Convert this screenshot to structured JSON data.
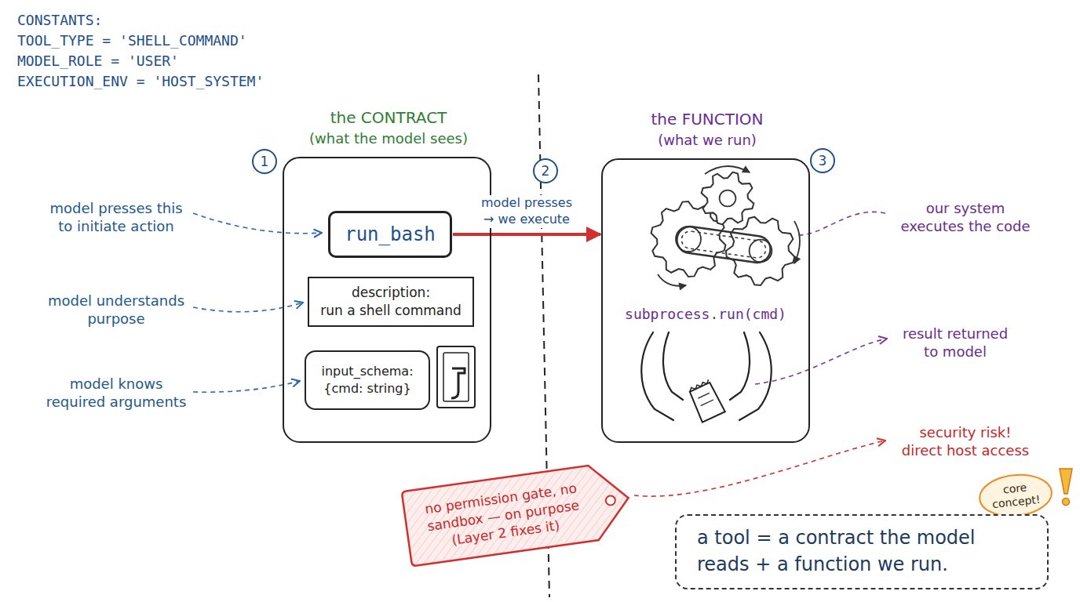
{
  "diagram": {
    "nodes": [
      {
        "text": [
          "the CONTRACT",
          "(what the model sees)"
        ]
      },
      {
        "text": [
          "run_bash"
        ],
        "in": 0
      },
      {
        "text": [
          "description:",
          "run a shell command"
        ],
        "in": 0
      },
      {
        "text": [
          "input_schema:",
          "{cmd: string}"
        ],
        "in": 0
      },
      {
        "text": [
          "the FUNCTION",
          "(what we run)",
          "subprocess.run(cmd)"
        ]
      },
      {
        "text": [
          "no permission gate, no sandbox — on purpose",
          "(Layer 2 fixes it)"
        ]
      },
      {
        "text": [
          "core concept!"
        ]
      },
      {
        "text": [
          "a tool = a contract the model reads + a function we run."
        ]
      }
    ],
    "edges": [
      {
        "from": 1,
        "to": 4,
        "label": "model presses → we execute",
        "arrow": "to"
      }
    ],
    "labels": [
      "CONSTANTS:",
      "TOOL_TYPE = 'SHELL_COMMAND'",
      "MODEL_ROLE = 'USER'",
      "EXECUTION_ENV = 'HOST_SYSTEM'",
      "1",
      "2",
      "3",
      "model presses this to initiate action",
      "model understands purpose",
      "model knows required arguments",
      "our system executes the code",
      "result returned to model",
      "security risk! direct host access"
    ]
  }
}
